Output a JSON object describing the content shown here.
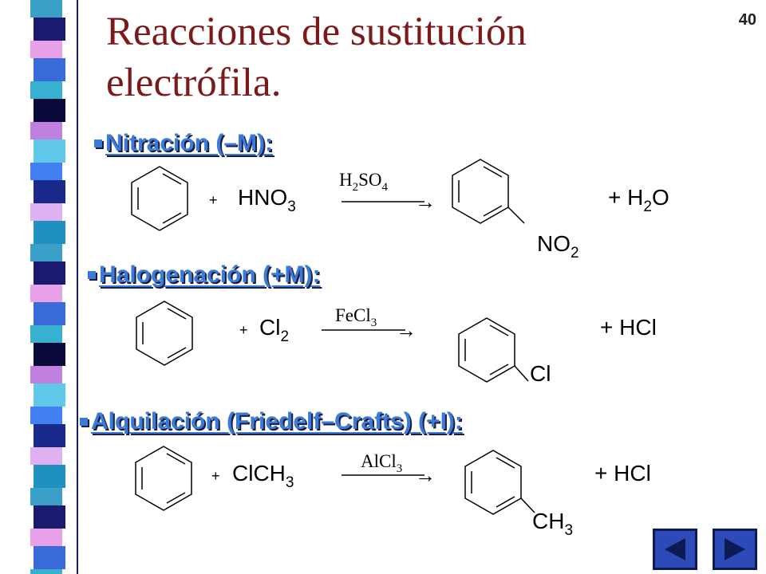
{
  "slide": {
    "title_line1": "Reacciones de sustitución",
    "title_line2": "electrófila.",
    "page_number": "40"
  },
  "sections": [
    {
      "heading": "Nitración (–M):",
      "reagent_plus": "+",
      "reagent": "HNO",
      "reagent_sub": "3",
      "catalyst": "H",
      "catalyst_sub1": "2",
      "catalyst_mid": "SO",
      "catalyst_sub2": "4",
      "arrow": "→",
      "byproduct": "+ H",
      "byproduct_sub": "2",
      "byproduct_tail": "O",
      "substituent": "NO",
      "substituent_sub": "2"
    },
    {
      "heading": "Halogenación (+M):",
      "reagent_plus": "+",
      "reagent": "Cl",
      "reagent_sub": "2",
      "catalyst": "FeCl",
      "catalyst_sub": "3",
      "arrow": "→",
      "byproduct": "+ HCl",
      "substituent": "Cl"
    },
    {
      "heading": "Alquilación (Friedelf–Crafts) (+I):",
      "reagent_plus": "+",
      "reagent": "ClCH",
      "reagent_sub": "3",
      "catalyst": "AlCl",
      "catalyst_sub": "3",
      "arrow": "→",
      "byproduct": "+ HCl",
      "substituent": "CH",
      "substituent_sub": "3"
    }
  ],
  "nav": {
    "prev_icon": "triangle-left-icon",
    "next_icon": "triangle-right-icon"
  },
  "colors": {
    "title": "#7a1a1a",
    "heading": "#3a7ad8",
    "nav_button": "#2c4ab8"
  }
}
